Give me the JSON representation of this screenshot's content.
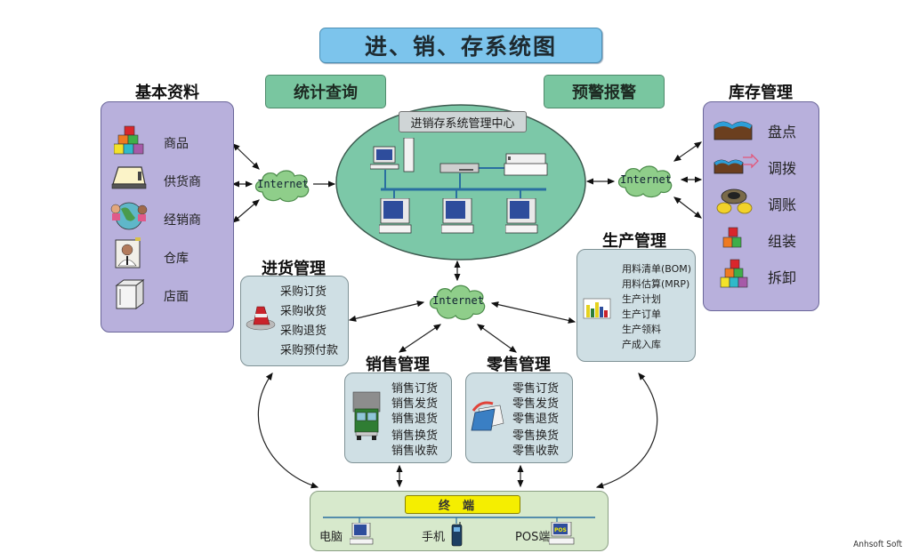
{
  "title": "进、销、存系统图",
  "top_buttons": {
    "stats_query": "统计查询",
    "alert_warning": "预警报警"
  },
  "basic_data": {
    "title": "基本资料",
    "items": [
      {
        "label": "商品",
        "icon": "blocks-icon"
      },
      {
        "label": "供货商",
        "icon": "scanner-icon"
      },
      {
        "label": "经销商",
        "icon": "globe-people-icon"
      },
      {
        "label": "仓库",
        "icon": "person-portrait-icon"
      },
      {
        "label": "店面",
        "icon": "box-icon"
      }
    ]
  },
  "inventory_mgmt": {
    "title": "库存管理",
    "items": [
      {
        "label": "盘点",
        "icon": "warehouse-icon"
      },
      {
        "label": "调拨",
        "icon": "warehouse-transfer-icon"
      },
      {
        "label": "调账",
        "icon": "coins-icon"
      },
      {
        "label": "组装",
        "icon": "small-blocks-icon"
      },
      {
        "label": "拆卸",
        "icon": "blocks-icon"
      }
    ]
  },
  "center": {
    "label": "进销存系统管理中心"
  },
  "clouds": {
    "left": "Internet",
    "right": "Internet",
    "middle": "Internet"
  },
  "purchase_mgmt": {
    "title": "进货管理",
    "items": [
      "采购订货",
      "采购收货",
      "采购退货",
      "采购预付款"
    ]
  },
  "production_mgmt": {
    "title": "生产管理",
    "items": [
      "用料清单(BOM)",
      "用料估算(MRP)",
      "生产计划",
      "生产订单",
      "生产领料",
      "产成入库"
    ]
  },
  "sales_mgmt": {
    "title": "销售管理",
    "items": [
      "销售订货",
      "销售发货",
      "销售退货",
      "销售换货",
      "销售收款"
    ]
  },
  "retail_mgmt": {
    "title": "零售管理",
    "items": [
      "零售订货",
      "零售发货",
      "零售退货",
      "零售换货",
      "零售收款"
    ]
  },
  "terminal": {
    "title": "终端",
    "devices": [
      "电脑",
      "手机",
      "POS端"
    ]
  },
  "brand": "Anhsoft Soft"
}
